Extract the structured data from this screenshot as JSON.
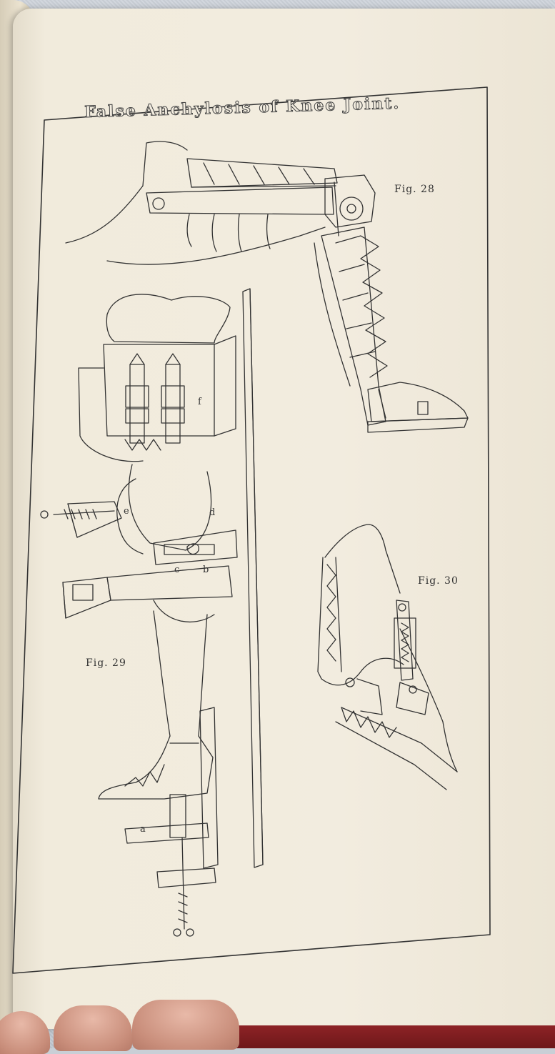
{
  "plate": {
    "title": "False Anchylosis of Knee Joint."
  },
  "figures": [
    {
      "label": "Fig. 28"
    },
    {
      "label": "Fig. 29"
    },
    {
      "label": "Fig. 30"
    }
  ],
  "parts": {
    "f": "f",
    "e": "e",
    "d": "d",
    "c": "c",
    "b": "b",
    "a": "a"
  },
  "colors": {
    "ink": "#333333",
    "paper": "#f2ecdf",
    "binding": "#7a1c1f"
  }
}
